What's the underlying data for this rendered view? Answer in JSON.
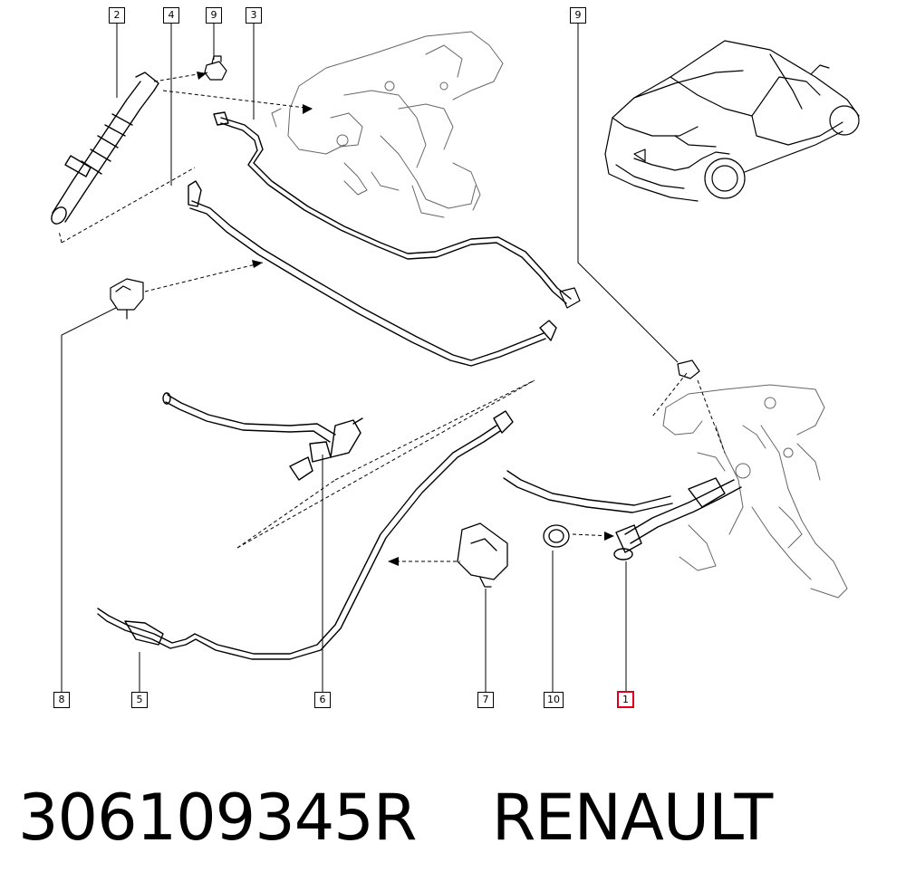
{
  "callouts": {
    "c2": "2",
    "c4": "4",
    "c9a": "9",
    "c3": "3",
    "c9b": "9",
    "c8": "8",
    "c5": "5",
    "c6": "6",
    "c7": "7",
    "c10": "10",
    "c1": "1"
  },
  "caption": {
    "part_number": "306109345R",
    "brand": "RENAULT"
  },
  "colors": {
    "line": "#000000",
    "highlight": "#e0001b"
  }
}
